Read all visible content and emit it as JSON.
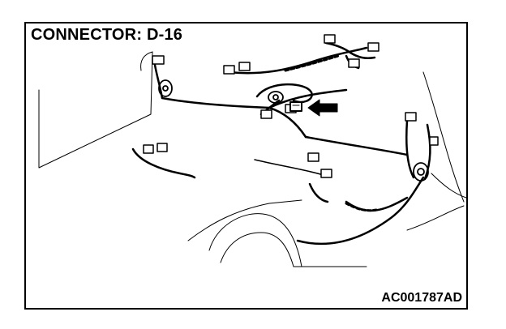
{
  "diagram": {
    "title": "CONNECTOR: D-16",
    "figure_code": "AC001787AD",
    "highlighted_connector": "D-16",
    "indicator": "arrow-pointing-left-at-connector"
  }
}
